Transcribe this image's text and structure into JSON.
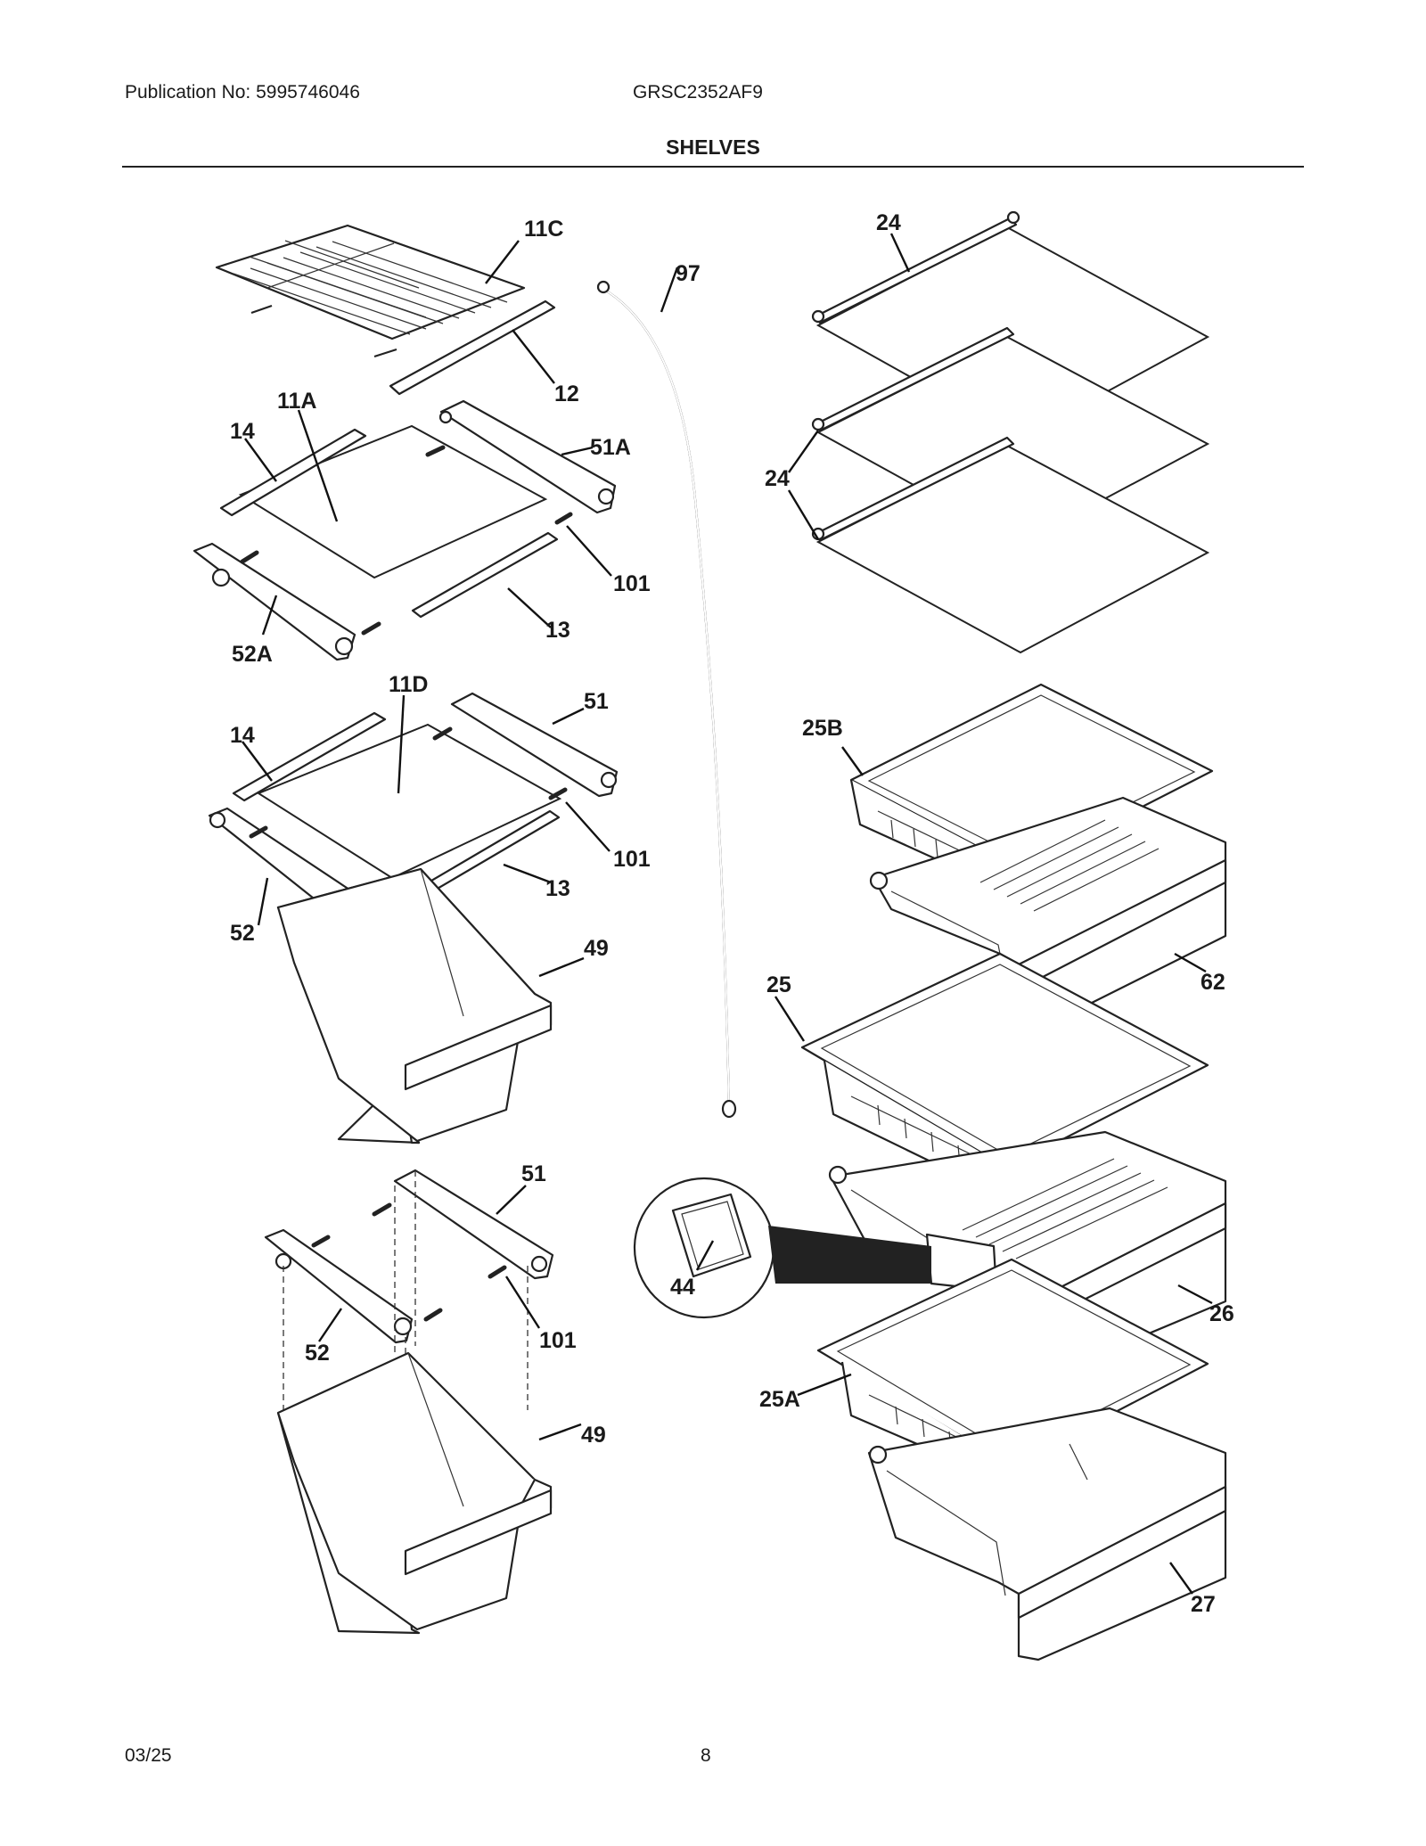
{
  "header": {
    "publication": "Publication No: 5995746046",
    "model": "GRSC2352AF9",
    "title": "SHELVES"
  },
  "footer": {
    "date": "03/25",
    "page": "8"
  },
  "callouts": {
    "c11C": "11C",
    "c97": "97",
    "c24a": "24",
    "c12": "12",
    "c11A": "11A",
    "c14a": "14",
    "c51A": "51A",
    "c24b": "24",
    "c101a": "101",
    "c13a": "13",
    "c52A": "52A",
    "c11D": "11D",
    "c51a": "51",
    "c14b": "14",
    "c25B": "25B",
    "c101b": "101",
    "c13b": "13",
    "c52a": "52",
    "c49a": "49",
    "c62": "62",
    "c25": "25",
    "c51b": "51",
    "c44": "44",
    "c101c": "101",
    "c26": "26",
    "c52b": "52",
    "c25A": "25A",
    "c49b": "49",
    "c27": "27"
  }
}
